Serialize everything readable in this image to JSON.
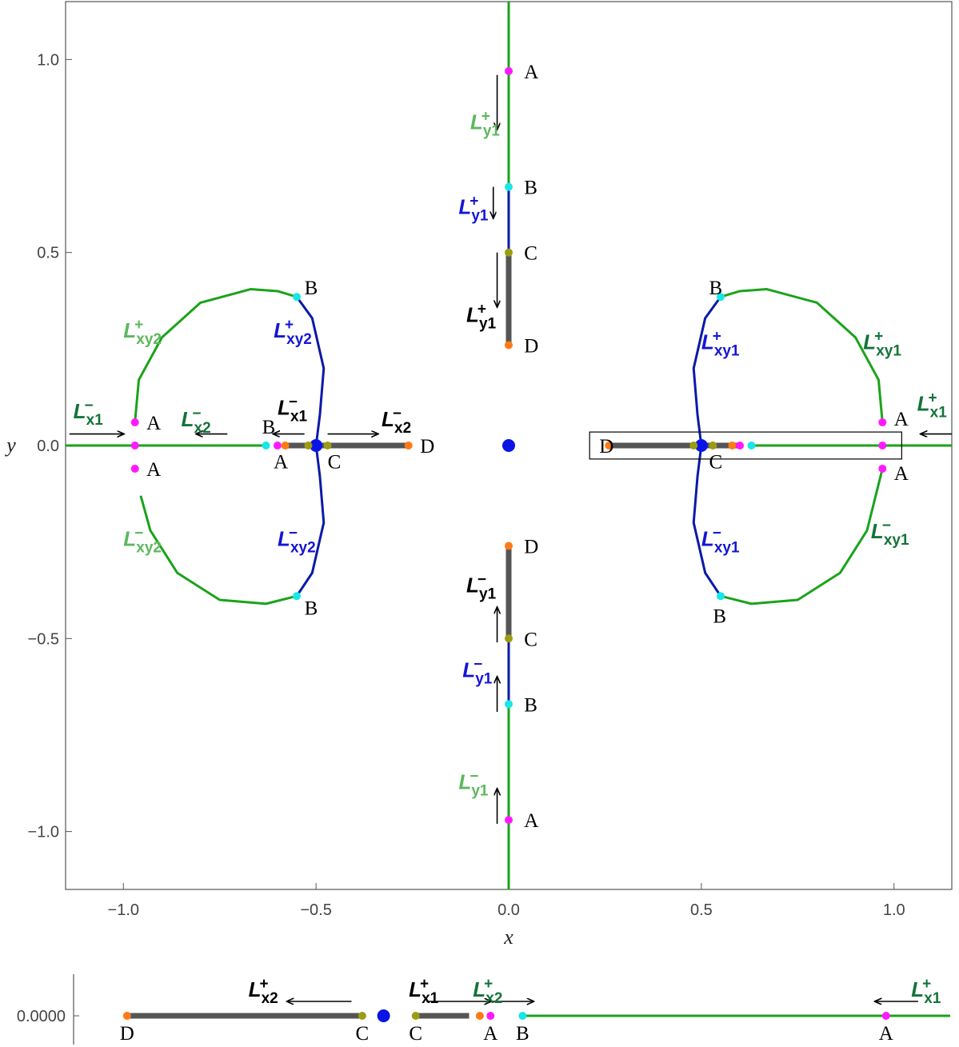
{
  "colors": {
    "green": "#1aa31a",
    "light_green_label": "#5cb85c",
    "dark_green_label": "#13733a",
    "blue": "#0a1aa6",
    "blue_label": "#1515d6",
    "gray_segment": "#555555",
    "magenta": "#ff19ff",
    "cyan": "#19e6e6",
    "olive": "#9c9c14",
    "orange": "#ff7a14",
    "center_blue": "#0a14e6"
  },
  "chart_data": [
    {
      "type": "scatter",
      "title": "",
      "xlabel": "x",
      "ylabel": "y",
      "xlim": [
        -1.15,
        1.15
      ],
      "ylim": [
        -1.15,
        1.15
      ],
      "xticks": [
        -1.0,
        -0.5,
        0.0,
        0.5,
        1.0
      ],
      "xtick_labels": [
        "−1.0",
        "−0.5",
        "0.0",
        "0.5",
        "1.0"
      ],
      "yticks": [
        -1.0,
        -0.5,
        0.0,
        0.5,
        1.0
      ],
      "ytick_labels": [
        "−1.0",
        "−0.5",
        "0.0",
        "0.5",
        "1.0"
      ],
      "grid": false,
      "segments": [
        {
          "color": "green",
          "width": 3,
          "points": [
            [
              0,
              1.15
            ],
            [
              0,
              0.67
            ]
          ]
        },
        {
          "color": "blue",
          "width": 3,
          "points": [
            [
              0,
              0.67
            ],
            [
              0,
              0.5
            ]
          ]
        },
        {
          "color": "gray_segment",
          "width": 7,
          "points": [
            [
              0,
              0.5
            ],
            [
              0,
              0.26
            ]
          ]
        },
        {
          "color": "green",
          "width": 3,
          "points": [
            [
              0,
              -1.15
            ],
            [
              0,
              -0.67
            ]
          ]
        },
        {
          "color": "blue",
          "width": 3,
          "points": [
            [
              0,
              -0.67
            ],
            [
              0,
              -0.5
            ]
          ]
        },
        {
          "color": "gray_segment",
          "width": 7,
          "points": [
            [
              0,
              -0.5
            ],
            [
              0,
              -0.26
            ]
          ]
        },
        {
          "color": "green",
          "width": 3,
          "points": [
            [
              -1.15,
              0
            ],
            [
              -0.63,
              0
            ]
          ]
        },
        {
          "color": "gray_segment",
          "width": 7,
          "points": [
            [
              -0.58,
              0
            ],
            [
              -0.26,
              0
            ]
          ]
        },
        {
          "color": "green",
          "width": 3,
          "points": [
            [
              1.15,
              0
            ],
            [
              0.63,
              0
            ]
          ]
        },
        {
          "color": "gray_segment",
          "width": 7,
          "points": [
            [
              0.26,
              0
            ],
            [
              0.6,
              0
            ]
          ]
        },
        {
          "color": "green",
          "width": 3,
          "points": [
            [
              -0.97,
              0.06
            ],
            [
              -0.96,
              0.17
            ],
            [
              -0.9,
              0.28
            ],
            [
              -0.8,
              0.37
            ],
            [
              -0.67,
              0.405
            ],
            [
              -0.6,
              0.4
            ],
            [
              -0.55,
              0.385
            ]
          ]
        },
        {
          "color": "blue",
          "width": 3,
          "points": [
            [
              -0.55,
              0.385
            ],
            [
              -0.51,
              0.33
            ],
            [
              -0.48,
              0.2
            ],
            [
              -0.49,
              0.08
            ],
            [
              -0.5,
              0
            ],
            [
              -0.49,
              -0.08
            ],
            [
              -0.48,
              -0.2
            ],
            [
              -0.51,
              -0.33
            ],
            [
              -0.55,
              -0.39
            ]
          ]
        },
        {
          "color": "green",
          "width": 3,
          "points": [
            [
              -0.55,
              -0.39
            ],
            [
              -0.63,
              -0.41
            ],
            [
              -0.75,
              -0.4
            ],
            [
              -0.86,
              -0.33
            ],
            [
              -0.93,
              -0.22
            ],
            [
              -0.955,
              -0.13
            ]
          ]
        },
        {
          "color": "green",
          "width": 3,
          "points": [
            [
              0.97,
              0.06
            ],
            [
              0.96,
              0.17
            ],
            [
              0.9,
              0.28
            ],
            [
              0.8,
              0.37
            ],
            [
              0.67,
              0.405
            ],
            [
              0.6,
              0.4
            ],
            [
              0.55,
              0.385
            ]
          ]
        },
        {
          "color": "blue",
          "width": 3,
          "points": [
            [
              0.55,
              0.385
            ],
            [
              0.51,
              0.33
            ],
            [
              0.48,
              0.2
            ],
            [
              0.49,
              0.08
            ],
            [
              0.5,
              0
            ],
            [
              0.49,
              -0.08
            ],
            [
              0.48,
              -0.2
            ],
            [
              0.51,
              -0.33
            ],
            [
              0.55,
              -0.39
            ]
          ]
        },
        {
          "color": "green",
          "width": 3,
          "points": [
            [
              0.55,
              -0.39
            ],
            [
              0.63,
              -0.41
            ],
            [
              0.75,
              -0.4
            ],
            [
              0.86,
              -0.33
            ],
            [
              0.93,
              -0.22
            ],
            [
              0.97,
              -0.06
            ]
          ]
        }
      ],
      "points": [
        {
          "x": 0,
          "y": 0.97,
          "color": "magenta"
        },
        {
          "x": 0,
          "y": 0.67,
          "color": "cyan"
        },
        {
          "x": 0,
          "y": 0.5,
          "color": "olive"
        },
        {
          "x": 0,
          "y": 0.26,
          "color": "orange"
        },
        {
          "x": 0,
          "y": -0.26,
          "color": "orange"
        },
        {
          "x": 0,
          "y": -0.5,
          "color": "olive"
        },
        {
          "x": 0,
          "y": -0.67,
          "color": "cyan"
        },
        {
          "x": 0,
          "y": -0.97,
          "color": "magenta"
        },
        {
          "x": 0,
          "y": 0,
          "color": "center_blue",
          "big": true
        },
        {
          "x": -0.5,
          "y": 0,
          "color": "center_blue",
          "big": true
        },
        {
          "x": 0.5,
          "y": 0,
          "color": "center_blue",
          "big": true
        },
        {
          "x": -0.97,
          "y": 0.06,
          "color": "magenta"
        },
        {
          "x": -0.97,
          "y": 0,
          "color": "magenta"
        },
        {
          "x": -0.97,
          "y": -0.06,
          "color": "magenta"
        },
        {
          "x": -0.55,
          "y": 0.385,
          "color": "cyan"
        },
        {
          "x": -0.55,
          "y": -0.39,
          "color": "cyan"
        },
        {
          "x": -0.63,
          "y": 0,
          "color": "cyan"
        },
        {
          "x": -0.6,
          "y": 0,
          "color": "magenta"
        },
        {
          "x": -0.58,
          "y": 0,
          "color": "orange"
        },
        {
          "x": -0.52,
          "y": 0,
          "color": "olive"
        },
        {
          "x": -0.47,
          "y": 0,
          "color": "olive"
        },
        {
          "x": -0.26,
          "y": 0,
          "color": "orange"
        },
        {
          "x": 0.97,
          "y": 0.06,
          "color": "magenta"
        },
        {
          "x": 0.97,
          "y": 0,
          "color": "magenta"
        },
        {
          "x": 0.97,
          "y": -0.06,
          "color": "magenta"
        },
        {
          "x": 0.55,
          "y": 0.385,
          "color": "cyan"
        },
        {
          "x": 0.55,
          "y": -0.39,
          "color": "cyan"
        },
        {
          "x": 0.26,
          "y": 0,
          "color": "orange"
        },
        {
          "x": 0.48,
          "y": 0,
          "color": "olive"
        },
        {
          "x": 0.53,
          "y": 0,
          "color": "olive"
        },
        {
          "x": 0.58,
          "y": 0,
          "color": "orange"
        },
        {
          "x": 0.6,
          "y": 0,
          "color": "magenta"
        },
        {
          "x": 0.63,
          "y": 0,
          "color": "cyan"
        }
      ],
      "point_labels": [
        {
          "text": "A",
          "x": 0.04,
          "y": 0.97
        },
        {
          "text": "B",
          "x": 0.04,
          "y": 0.67
        },
        {
          "text": "C",
          "x": 0.04,
          "y": 0.5
        },
        {
          "text": "D",
          "x": 0.04,
          "y": 0.26
        },
        {
          "text": "D",
          "x": 0.04,
          "y": -0.26
        },
        {
          "text": "C",
          "x": 0.04,
          "y": -0.5
        },
        {
          "text": "B",
          "x": 0.04,
          "y": -0.67
        },
        {
          "text": "A",
          "x": 0.04,
          "y": -0.97
        },
        {
          "text": "B",
          "x": -0.53,
          "y": 0.41
        },
        {
          "text": "A",
          "x": -0.94,
          "y": 0.06
        },
        {
          "text": "A",
          "x": -0.94,
          "y": -0.06
        },
        {
          "text": "B",
          "x": -0.64,
          "y": 0.05
        },
        {
          "text": "A",
          "x": -0.61,
          "y": -0.04
        },
        {
          "text": "C",
          "x": -0.47,
          "y": -0.04
        },
        {
          "text": "D",
          "x": -0.23,
          "y": 0
        },
        {
          "text": "B",
          "x": -0.53,
          "y": -0.42
        },
        {
          "text": "B",
          "x": 0.52,
          "y": 0.41
        },
        {
          "text": "A",
          "x": 1.0,
          "y": 0.07
        },
        {
          "text": "A",
          "x": 1.0,
          "y": -0.07
        },
        {
          "text": "D",
          "x": 0.235,
          "y": 0
        },
        {
          "text": "C",
          "x": 0.52,
          "y": -0.04
        },
        {
          "text": "B",
          "x": 0.53,
          "y": -0.44
        }
      ],
      "arrows": [
        {
          "x": -0.03,
          "y1": 0.96,
          "y2": 0.82
        },
        {
          "x": -0.04,
          "y1": 0.67,
          "y2": 0.59
        },
        {
          "x": -0.03,
          "y1": 0.5,
          "y2": 0.36
        },
        {
          "x": -0.03,
          "y1": -0.51,
          "y2": -0.42
        },
        {
          "x": -0.03,
          "y1": -0.69,
          "y2": -0.6
        },
        {
          "x": -0.03,
          "y1": -0.98,
          "y2": -0.89
        },
        {
          "x0": -1.14,
          "x1": -1.0,
          "y": 0.03
        },
        {
          "x0": -0.73,
          "x1": -0.81,
          "y": 0.03
        },
        {
          "x0": -0.53,
          "x1": -0.61,
          "y": 0.03
        },
        {
          "x0": -0.47,
          "x1": -0.34,
          "y": 0.03
        },
        {
          "x0": 1.15,
          "x1": 1.07,
          "y": 0.03
        }
      ],
      "curve_labels": [
        {
          "base": "L",
          "sup": "+",
          "sub": "y1",
          "x": -0.1,
          "y": 0.82,
          "color": "light_green_label"
        },
        {
          "base": "L",
          "sup": "+",
          "sub": "y1",
          "x": -0.13,
          "y": 0.6,
          "color": "blue_label"
        },
        {
          "base": "L",
          "sup": "+",
          "sub": "y1",
          "x": -0.11,
          "y": 0.32,
          "color": "#000000"
        },
        {
          "base": "L",
          "sup": "−",
          "sub": "y1",
          "x": -0.11,
          "y": -0.38,
          "color": "#000000"
        },
        {
          "base": "L",
          "sup": "−",
          "sub": "y1",
          "x": -0.12,
          "y": -0.6,
          "color": "blue_label"
        },
        {
          "base": "L",
          "sup": "−",
          "sub": "y1",
          "x": -0.13,
          "y": -0.89,
          "color": "light_green_label"
        },
        {
          "base": "L",
          "sup": "+",
          "sub": "xy2",
          "x": -1.0,
          "y": 0.28,
          "color": "light_green_label"
        },
        {
          "base": "L",
          "sup": "+",
          "sub": "xy2",
          "x": -0.61,
          "y": 0.28,
          "color": "blue_label"
        },
        {
          "base": "L",
          "sup": "−",
          "sub": "xy2",
          "x": -1.0,
          "y": -0.26,
          "color": "light_green_label"
        },
        {
          "base": "L",
          "sup": "−",
          "sub": "xy2",
          "x": -0.6,
          "y": -0.26,
          "color": "blue_label"
        },
        {
          "base": "L",
          "sup": "−",
          "sub": "x1",
          "x": -1.13,
          "y": 0.07,
          "color": "dark_green_label"
        },
        {
          "base": "L",
          "sup": "−",
          "sub": "x2",
          "x": -0.85,
          "y": 0.05,
          "color": "dark_green_label"
        },
        {
          "base": "L",
          "sup": "−",
          "sub": "x1",
          "x": -0.6,
          "y": 0.08,
          "color": "#000000"
        },
        {
          "base": "L",
          "sup": "−",
          "sub": "x2",
          "x": -0.33,
          "y": 0.05,
          "color": "#000000"
        },
        {
          "base": "L",
          "sup": "+",
          "sub": "xy1",
          "x": 0.5,
          "y": 0.25,
          "color": "blue_label"
        },
        {
          "base": "L",
          "sup": "+",
          "sub": "xy1",
          "x": 0.92,
          "y": 0.25,
          "color": "dark_green_label"
        },
        {
          "base": "L",
          "sup": "−",
          "sub": "xy1",
          "x": 0.5,
          "y": -0.26,
          "color": "blue_label"
        },
        {
          "base": "L",
          "sup": "−",
          "sub": "xy1",
          "x": 0.94,
          "y": -0.24,
          "color": "dark_green_label"
        },
        {
          "base": "L",
          "sup": "+",
          "sub": "x1",
          "x": 1.06,
          "y": 0.09,
          "color": "dark_green_label"
        }
      ],
      "inset_box": {
        "x0": 0.21,
        "x1": 1.02,
        "y0": -0.035,
        "y1": 0.035
      }
    },
    {
      "type": "scatter",
      "title": "",
      "xlabel": "",
      "ylabel": "",
      "ytick_labels": [
        "0.0000"
      ],
      "description_units": "zoom of y=0 strip for x from about 0.21 to 1.02",
      "xlim": [
        0.21,
        1.03
      ],
      "segments": [
        {
          "color": "gray_segment",
          "width": 7,
          "points": [
            [
              0.26,
              0
            ],
            [
              0.48,
              0
            ]
          ]
        },
        {
          "color": "gray_segment",
          "width": 7,
          "points": [
            [
              0.53,
              0
            ],
            [
              0.58,
              0
            ]
          ]
        },
        {
          "color": "green",
          "width": 3,
          "points": [
            [
              0.63,
              0
            ],
            [
              1.03,
              0
            ]
          ]
        }
      ],
      "points": [
        {
          "x": 0.26,
          "color": "orange",
          "label": "D"
        },
        {
          "x": 0.48,
          "color": "olive",
          "label": "C"
        },
        {
          "x": 0.5,
          "color": "center_blue",
          "big": true
        },
        {
          "x": 0.53,
          "color": "olive",
          "label": "C"
        },
        {
          "x": 0.59,
          "color": "orange"
        },
        {
          "x": 0.6,
          "color": "magenta",
          "label": "A"
        },
        {
          "x": 0.63,
          "color": "cyan",
          "label": "B"
        },
        {
          "x": 0.97,
          "color": "magenta",
          "label": "A"
        }
      ],
      "curve_labels": [
        {
          "base": "L",
          "sup": "+",
          "sub": "x2",
          "x": 0.39,
          "color": "#000000"
        },
        {
          "base": "L",
          "sup": "+",
          "sub": "x1",
          "x": 0.54,
          "color": "#000000"
        },
        {
          "base": "L",
          "sup": "+",
          "sub": "x2",
          "x": 0.6,
          "color": "dark_green_label"
        },
        {
          "base": "L",
          "sup": "+",
          "sub": "x1",
          "x": 1.01,
          "color": "dark_green_label"
        }
      ],
      "arrows": [
        {
          "x0": 0.47,
          "x1": 0.41
        },
        {
          "x0": 0.54,
          "x1": 0.6
        },
        {
          "x0": 0.6,
          "x1": 0.64
        },
        {
          "x0": 1.0,
          "x1": 0.96
        }
      ]
    }
  ]
}
